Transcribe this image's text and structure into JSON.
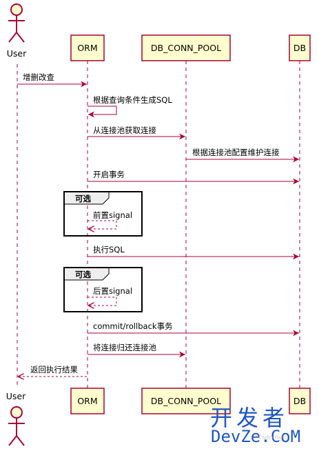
{
  "participants": {
    "user": "User",
    "orm": "ORM",
    "pool": "DB_CONN_POOL",
    "db": "DB"
  },
  "messages": [
    "增删改查",
    "根据查询条件生成SQL",
    "从连接池获取连接",
    "根据连接池配置维护连接",
    "开启事务",
    "前置signal",
    "执行SQL",
    "后置signal",
    "commit/rollback事务",
    "将连接归还连接池",
    "返回执行结果"
  ],
  "fragments": [
    "可选",
    "可选"
  ],
  "watermark": {
    "line1": "开发者",
    "line2": "DevZe.CoM",
    "small": "csdn.net"
  },
  "colors": {
    "participant_fill": "#FEFECE",
    "border": "#A80036",
    "lifeline": "#A80036",
    "watermark": "#1f56c4"
  }
}
